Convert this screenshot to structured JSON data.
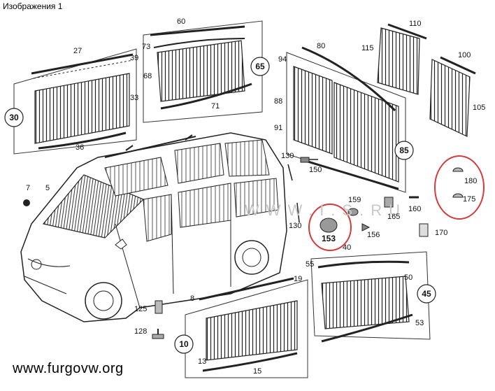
{
  "header": {
    "title": "Изображения  1"
  },
  "footer": {
    "url": "www.furgovw.org"
  },
  "watermark": "WWW.I.S.RU",
  "highlight_color": "#d63a3a",
  "callouts": [
    {
      "id": "30",
      "label": "30",
      "circled": true
    },
    {
      "id": "65",
      "label": "65",
      "circled": true
    },
    {
      "id": "85",
      "label": "85",
      "circled": true
    },
    {
      "id": "45",
      "label": "45",
      "circled": true
    },
    {
      "id": "10",
      "label": "10",
      "circled": true
    },
    {
      "id": "27",
      "label": "27"
    },
    {
      "id": "39",
      "label": "39"
    },
    {
      "id": "33",
      "label": "33"
    },
    {
      "id": "36",
      "label": "36"
    },
    {
      "id": "60",
      "label": "60"
    },
    {
      "id": "73",
      "label": "73"
    },
    {
      "id": "68",
      "label": "68"
    },
    {
      "id": "71",
      "label": "71"
    },
    {
      "id": "94",
      "label": "94"
    },
    {
      "id": "80",
      "label": "80"
    },
    {
      "id": "88",
      "label": "88"
    },
    {
      "id": "91",
      "label": "91"
    },
    {
      "id": "115",
      "label": "115"
    },
    {
      "id": "110",
      "label": "110"
    },
    {
      "id": "100",
      "label": "100"
    },
    {
      "id": "105",
      "label": "105"
    },
    {
      "id": "180",
      "label": "180"
    },
    {
      "id": "175",
      "label": "175"
    },
    {
      "id": "7",
      "label": "7"
    },
    {
      "id": "5",
      "label": "5"
    },
    {
      "id": "130a",
      "label": "130"
    },
    {
      "id": "150",
      "label": "150"
    },
    {
      "id": "130b",
      "label": "130"
    },
    {
      "id": "159",
      "label": "159"
    },
    {
      "id": "165",
      "label": "165"
    },
    {
      "id": "160",
      "label": "160"
    },
    {
      "id": "153",
      "label": "153"
    },
    {
      "id": "156",
      "label": "156"
    },
    {
      "id": "170",
      "label": "170"
    },
    {
      "id": "40",
      "label": "40"
    },
    {
      "id": "55",
      "label": "55"
    },
    {
      "id": "50",
      "label": "50"
    },
    {
      "id": "53",
      "label": "53"
    },
    {
      "id": "8",
      "label": "8"
    },
    {
      "id": "19",
      "label": "19"
    },
    {
      "id": "13",
      "label": "13"
    },
    {
      "id": "15",
      "label": "15"
    },
    {
      "id": "125",
      "label": "125"
    },
    {
      "id": "128",
      "label": "128"
    }
  ]
}
